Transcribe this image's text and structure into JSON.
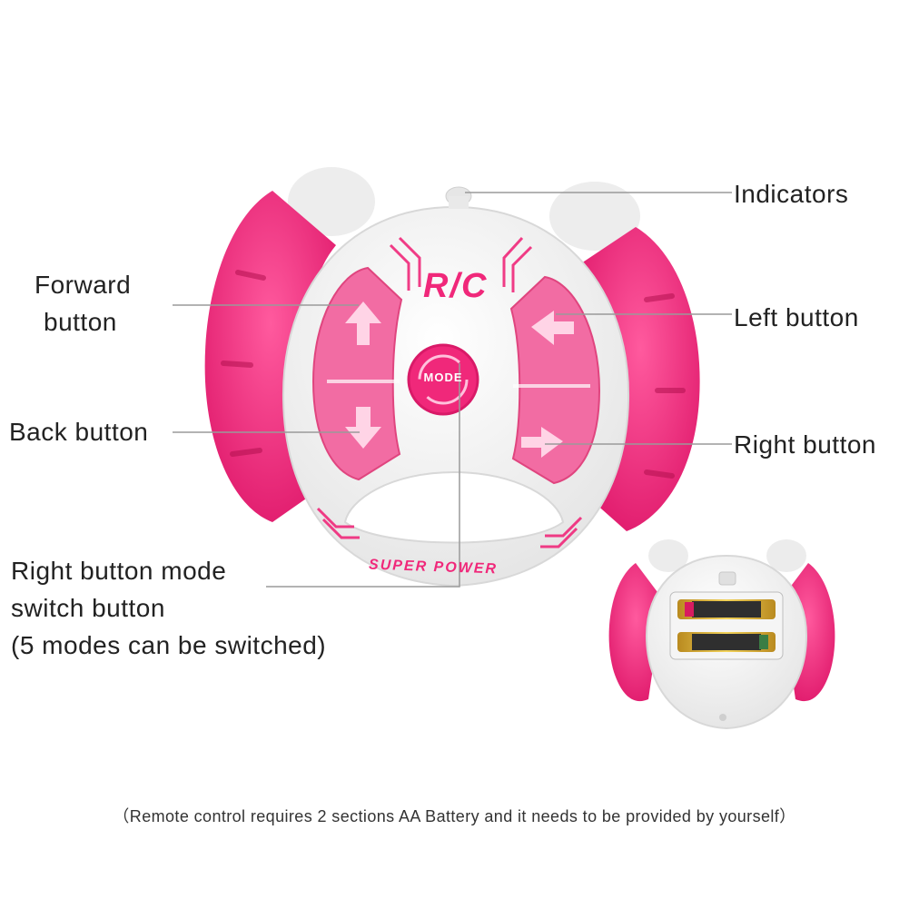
{
  "labels": {
    "indicators": "Indicators",
    "forward_line1": "Forward",
    "forward_line2": "button",
    "left_button": "Left button",
    "back_button": "Back button",
    "right_button": "Right button",
    "mode_line1": "Right button mode",
    "mode_line2": "switch button",
    "mode_line3": "(5 modes can be switched)"
  },
  "device": {
    "logo": "R/C",
    "mode_button": "MODE",
    "bottom_text": "SUPER POWER"
  },
  "footnote": "（Remote control requires 2 sections AA Battery and it needs to be provided by yourself）",
  "colors": {
    "pink": "#f0287a",
    "light_pink": "#f7a6c8",
    "white_body": "#f3f3f3",
    "leader_line": "#9a9a9a"
  },
  "icons": [
    "arrow-up-icon",
    "arrow-down-icon",
    "arrow-left-icon",
    "arrow-right-icon",
    "mode-icon",
    "battery-icon"
  ]
}
